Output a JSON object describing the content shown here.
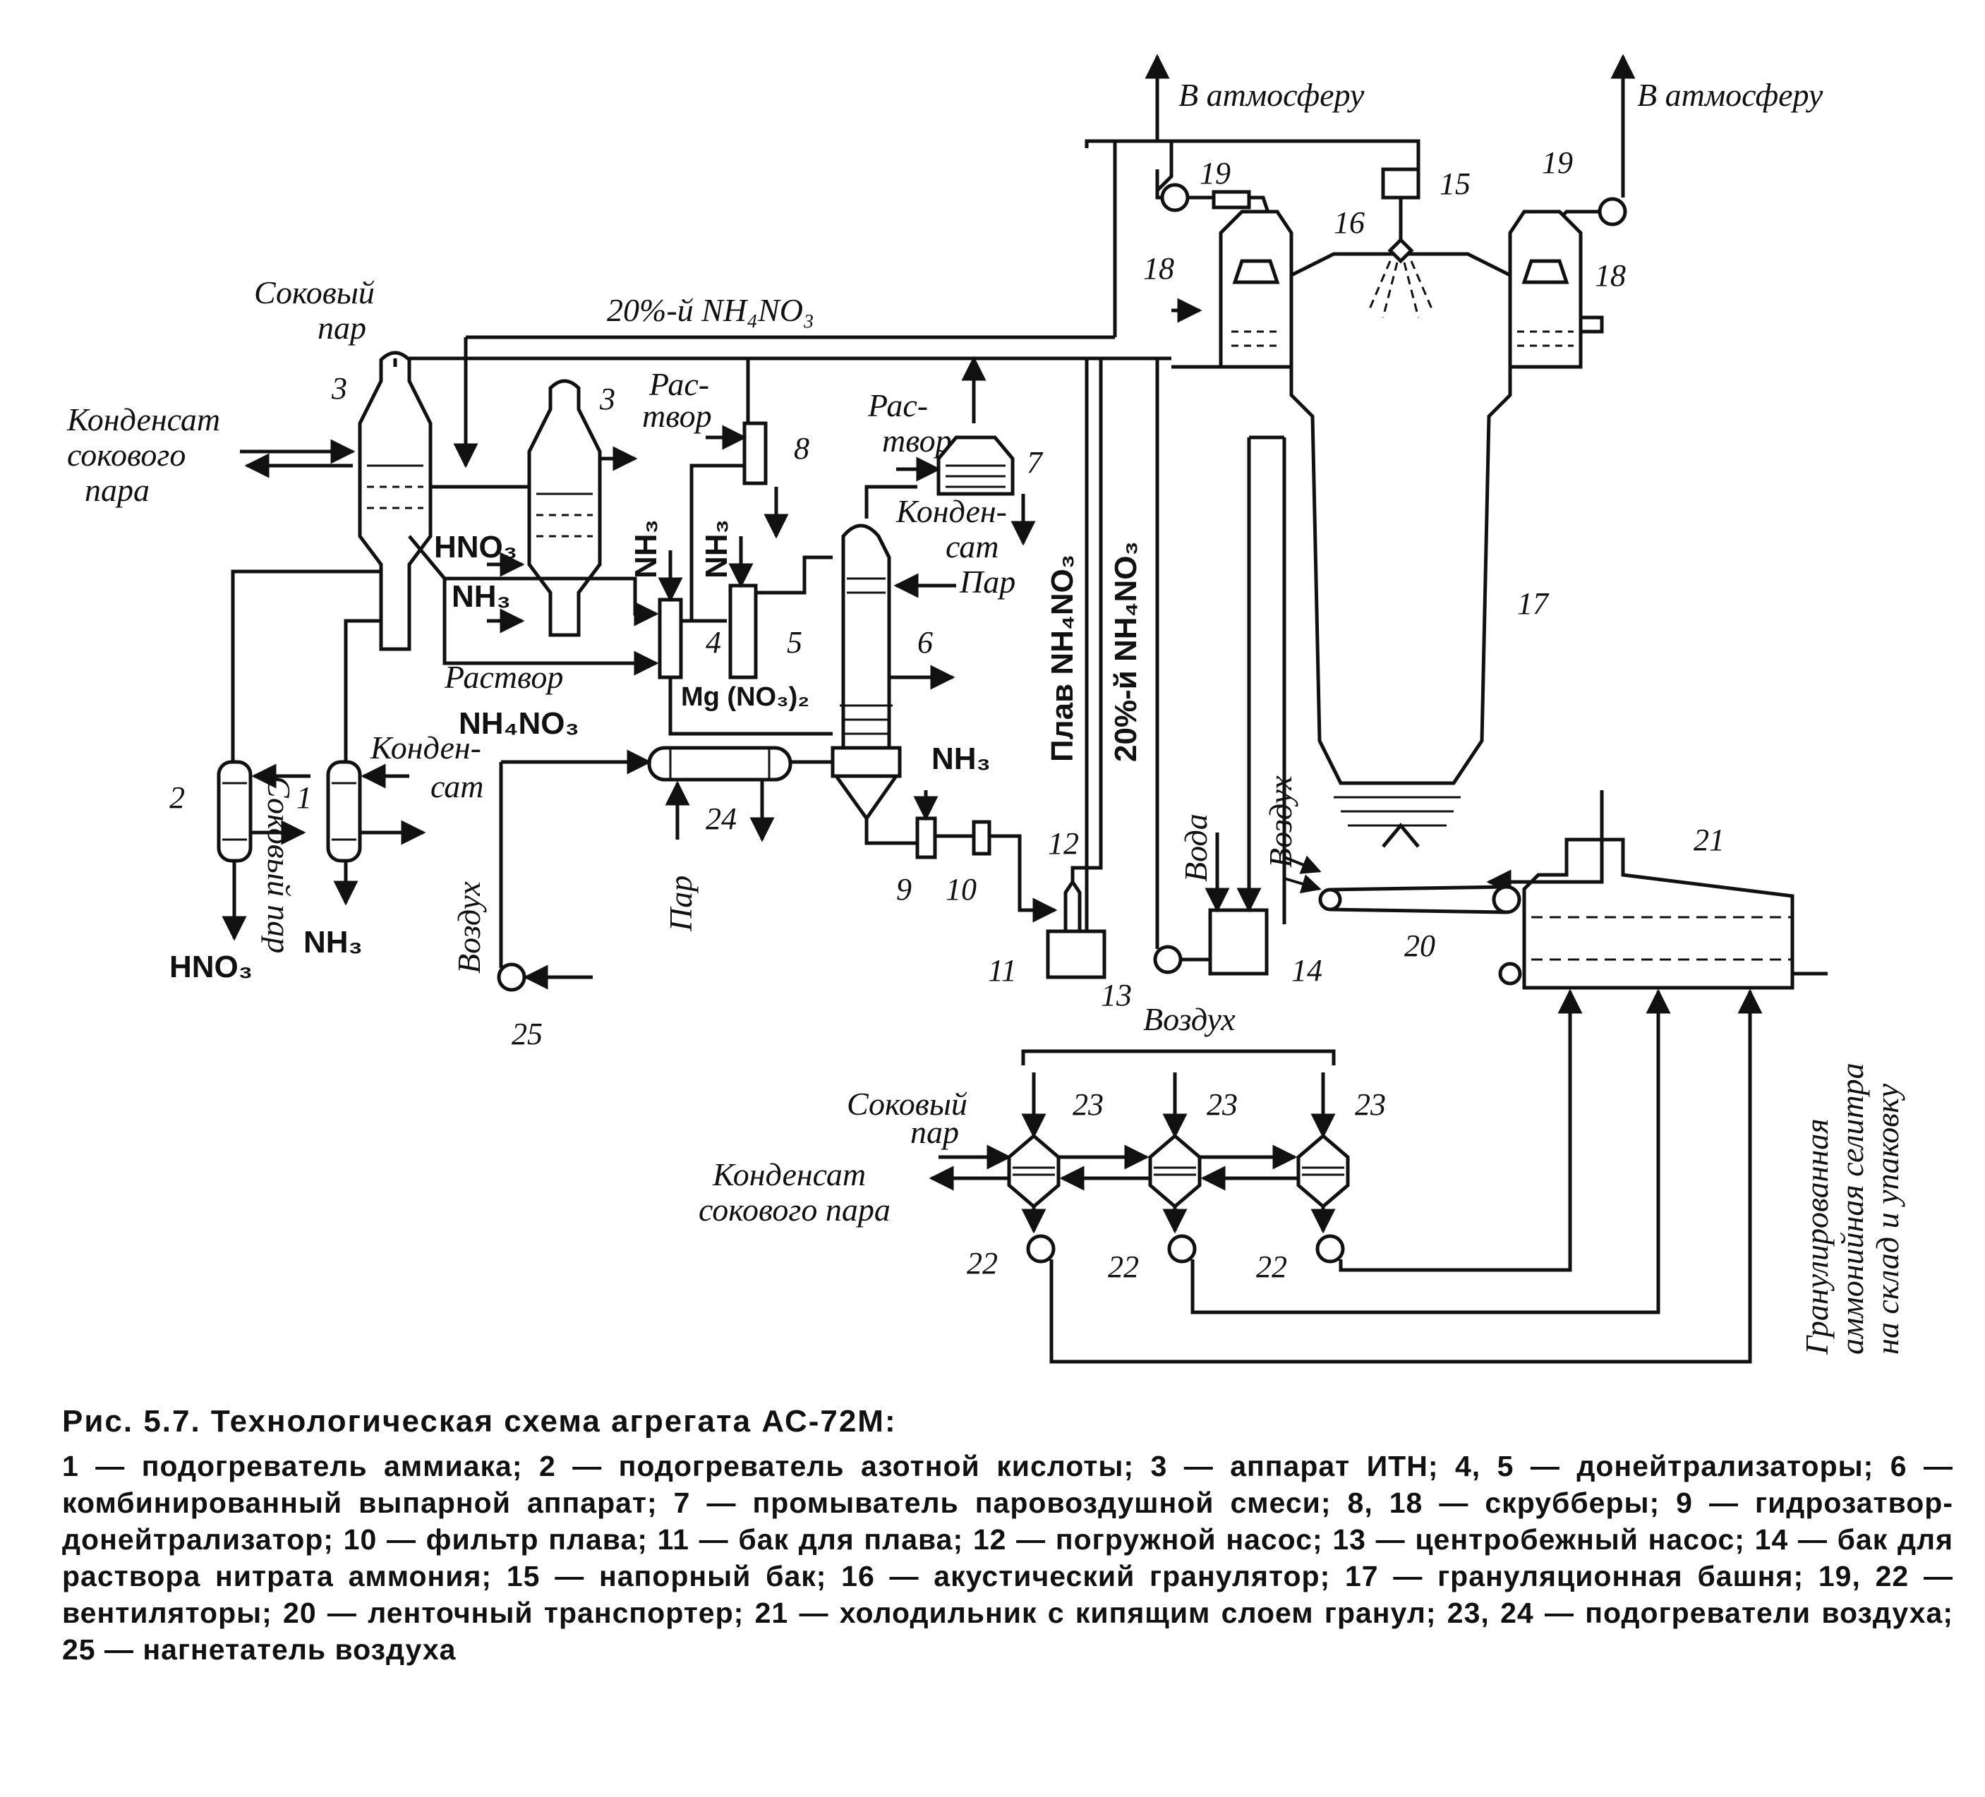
{
  "labels": {
    "to_atmosphere_1": "В атмосферу",
    "to_atmosphere_2": "В атмосферу",
    "juice_steam_top": "Соковый",
    "juice_steam_top_2": "пар",
    "nh4no3_20_top": "20%-й NH₄NO₃",
    "condensate_juice_steam": [
      "Конденсат",
      "сокового",
      "пара"
    ],
    "solution_8": [
      "Рас-",
      "твор"
    ],
    "solution_7": [
      "Рас-",
      "твор"
    ],
    "condensate_7": [
      "Конден-",
      "сат"
    ],
    "steam_6": "Пар",
    "hno3_mid": "HNO₃",
    "nh3_mid": "NH₃",
    "nh3_v1": "NH₃",
    "nh3_v2": "NH₃",
    "juice_steam_vert": "Соковый пар",
    "condensate_left": [
      "Конден-",
      "сат"
    ],
    "solution_nh4no3": [
      "Раствор",
      "NH₄NO₃"
    ],
    "mg_no3": "Mg (NO₃)₂",
    "melt_nh4no3": "Плав NH₄NO₃",
    "nh4no3_20_vert": "20%-й NH₄NO₃",
    "water": "Вода",
    "air_tower": "Воздух",
    "air_left": "Воздух",
    "air_bottom": "Воздух",
    "steam_24": "Пар",
    "nh3_9": "NH₃",
    "hno3_bottom": "HNO₃",
    "nh3_bottom": "NH₃",
    "juice_steam_23": [
      "Соковый",
      "пар"
    ],
    "condensate_23": [
      "Конденсат",
      "сокового пара"
    ],
    "granulated_product": [
      "Гранулированная",
      "аммонийная селитра",
      "на склад и упаковку"
    ]
  },
  "numbers": {
    "n1": "1",
    "n2": "2",
    "n3a": "3",
    "n3b": "3",
    "n4": "4",
    "n5": "5",
    "n6": "6",
    "n7": "7",
    "n8": "8",
    "n9": "9",
    "n10": "10",
    "n11": "11",
    "n12": "12",
    "n13": "13",
    "n14": "14",
    "n15": "15",
    "n16": "16",
    "n17": "17",
    "n18a": "18",
    "n18b": "18",
    "n19a": "19",
    "n19b": "19",
    "n20": "20",
    "n21": "21",
    "n22a": "22",
    "n22b": "22",
    "n22c": "22",
    "n23a": "23",
    "n23b": "23",
    "n23c": "23",
    "n24": "24",
    "n25": "25"
  },
  "caption": {
    "title": "Рис. 5.7. Технологическая схема агрегата АС-72М:",
    "legend": "1 — подогреватель аммиака; 2 — подогреватель азотной кислоты; 3 — аппарат ИТН; 4, 5 — донейтрализаторы; 6 — комбинированный выпарной аппарат; 7 — промыватель паровоздушной смеси; 8, 18 — скрубберы; 9 — гидрозатвор-донейтрализатор; 10 — фильтр плава; 11 — бак для плава; 12 — погружной насос; 13 — центробежный насос; 14 — бак для раствора нитрата аммония; 15 — напорный бак; 16 — акустический гранулятор; 17 — грануляционная башня; 19, 22 — вентиляторы; 20 — ленточный транспортер; 21 — холодильник с кипящим слоем гранул; 23, 24 — подогреватели воздуха; 25 — нагнетатель воздуха"
  }
}
